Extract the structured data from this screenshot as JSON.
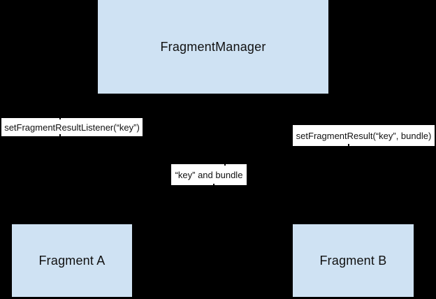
{
  "diagram": {
    "type": "fragment-result-api-communication",
    "nodes": {
      "fragment_manager": {
        "label": "FragmentManager"
      },
      "fragment_a": {
        "label": "Fragment A"
      },
      "fragment_b": {
        "label": "Fragment B"
      }
    },
    "edge_labels": {
      "set_listener": "setFragmentResultListener(“key”)",
      "set_result": "setFragmentResult(“key”, bundle)",
      "key_and_bundle": "“key” and bundle"
    },
    "edges": [
      {
        "from": "fragment_a",
        "to": "fragment_manager",
        "style": "solid",
        "label_key": "set_listener",
        "color": "#000000"
      },
      {
        "from": "fragment_b",
        "to": "fragment_manager",
        "style": "solid",
        "label_key": "set_result",
        "color": "#000000"
      },
      {
        "from": "fragment_manager",
        "to": "fragment_a",
        "style": "dashed",
        "label_key": "key_and_bundle",
        "color": "#000000"
      }
    ],
    "colors": {
      "background": "#000000",
      "node_fill": "#cfe2f3",
      "label_background": "#ffffff",
      "text": "#111111",
      "arrow": "#000000"
    }
  }
}
